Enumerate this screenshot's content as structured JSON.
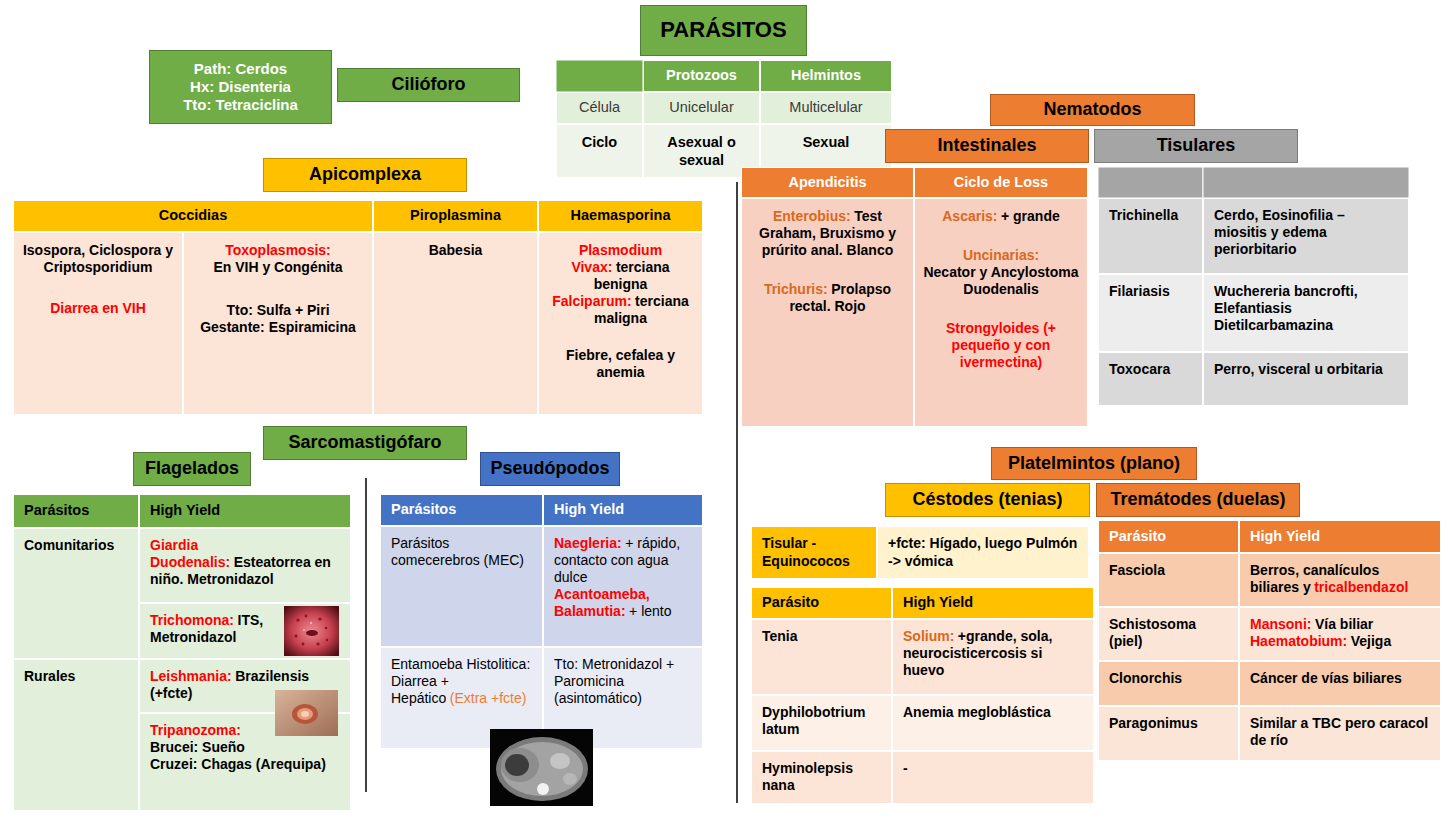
{
  "diagram": {
    "nodes": [
      {
        "text": [
          "PARÁSITOS"
        ]
      },
      {
        "text": [
          "Path: Cerdos",
          "Hx: Disenteria",
          "Tto: Tetraciclina"
        ]
      },
      {
        "text": [
          "Cilióforo"
        ]
      },
      {
        "text": [
          "Protozoos"
        ]
      },
      {
        "text": [
          "Helmintos"
        ]
      },
      {
        "text": [
          "Célula"
        ]
      },
      {
        "text": [
          "Unicelular"
        ]
      },
      {
        "text": [
          "Multicelular"
        ]
      },
      {
        "text": [
          "Ciclo"
        ]
      },
      {
        "text": [
          "Asexual o sexual"
        ]
      },
      {
        "text": [
          "Sexual"
        ]
      },
      {
        "text": [
          "Apicomplexa"
        ]
      },
      {
        "text": [
          "Coccidias"
        ]
      },
      {
        "text": [
          "Piroplasmina"
        ]
      },
      {
        "text": [
          "Haemasporina"
        ]
      },
      {
        "text": [
          "Isospora, Ciclospora y Criptosporidium",
          "Diarrea en VIH"
        ]
      },
      {
        "text": [
          "Toxoplasmosis:",
          "En VIH y Congénita",
          "Tto: Sulfa + Piri",
          "Gestante: Espiramicina"
        ]
      },
      {
        "text": [
          "Babesia"
        ]
      },
      {
        "text": [
          "Plasmodium",
          "Vivax:",
          "terciana benigna",
          "Falciparum:",
          "terciana maligna",
          "Fiebre, cefalea y anemia"
        ]
      },
      {
        "text": [
          "Sarcomastigófaro"
        ]
      },
      {
        "text": [
          "Flagelados"
        ]
      },
      {
        "text": [
          "Pseudópodos"
        ]
      },
      {
        "text": [
          "Parásitos"
        ]
      },
      {
        "text": [
          "High Yield"
        ]
      },
      {
        "text": [
          "Comunitarios"
        ]
      },
      {
        "text": [
          "Giardia Duodenalis:",
          "Esteatorrea en niño. Metronidazol"
        ]
      },
      {
        "text": [
          "Trichomona:",
          "ITS, Metronidazol"
        ]
      },
      {
        "text": [
          "Rurales"
        ]
      },
      {
        "text": [
          "Leishmania:",
          "Brazilensis (+fcte)"
        ]
      },
      {
        "text": [
          "Tripanozoma:",
          "Brucei: Sueño",
          "Cruzei: Chagas (Arequipa)"
        ]
      },
      {
        "text": [
          "Parásitos"
        ]
      },
      {
        "text": [
          "High Yield"
        ]
      },
      {
        "text": [
          "Parásitos comecerebros (MEC)"
        ]
      },
      {
        "text": [
          "Naegleria:",
          "+ rápido, contacto con agua dulce",
          "Acantoameba, Balamutia:",
          "+ lento"
        ]
      },
      {
        "text": [
          "Entamoeba Histolitica: Diarrea + Hepático",
          "(Extra +fcte)"
        ]
      },
      {
        "text": [
          "Tto: Metronidazol + Paromicina (asintomático)"
        ]
      },
      {
        "text": [
          "Nematodos"
        ]
      },
      {
        "text": [
          "Intestinales"
        ]
      },
      {
        "text": [
          "Tisulares"
        ]
      },
      {
        "text": [
          "Apendicitis"
        ]
      },
      {
        "text": [
          "Ciclo de Loss"
        ]
      },
      {
        "text": [
          "Enterobius:",
          "Test Graham, Bruxismo y prúrito anal. Blanco",
          "Trichuris:",
          "Prolapso rectal. Rojo"
        ]
      },
      {
        "text": [
          "Ascaris:",
          "+ grande",
          "Uncinarias:",
          "Necator y Ancylostoma Duodenalis",
          "Strongyloides (+ pequeño y con ivermectina)"
        ]
      },
      {
        "text": [
          "Trichinella"
        ]
      },
      {
        "text": [
          "Cerdo, Eosinofilia – miositis y edema periorbitario"
        ]
      },
      {
        "text": [
          "Filariasis"
        ]
      },
      {
        "text": [
          "Wuchereria bancrofti, Elefantiasis Dietilcarbamazina"
        ]
      },
      {
        "text": [
          "Toxocara"
        ]
      },
      {
        "text": [
          "Perro, visceral u orbitaria"
        ]
      },
      {
        "text": [
          "Platelmintos (plano)"
        ]
      },
      {
        "text": [
          "Céstodes (tenias)"
        ]
      },
      {
        "text": [
          "Tremátodes (duelas)"
        ]
      },
      {
        "text": [
          "Tisular - Equinococos"
        ]
      },
      {
        "text": [
          "+fcte: Hígado, luego Pulmón -> vómica"
        ]
      },
      {
        "text": [
          "Parásito"
        ]
      },
      {
        "text": [
          "High Yield"
        ]
      },
      {
        "text": [
          "Tenia"
        ]
      },
      {
        "text": [
          "Solium:",
          "+grande, sola, neurocisticercosis si huevo"
        ]
      },
      {
        "text": [
          "Dyphilobotrium latum"
        ]
      },
      {
        "text": [
          "Anemia megloblástica"
        ]
      },
      {
        "text": [
          "Hyminolepsis nana"
        ]
      },
      {
        "text": [
          "-"
        ]
      },
      {
        "text": [
          "Parásito"
        ]
      },
      {
        "text": [
          "High Yield"
        ]
      },
      {
        "text": [
          "Fasciola"
        ]
      },
      {
        "text": [
          "Berros, canalículos biliares y",
          "tricalbendazol"
        ]
      },
      {
        "text": [
          "Schistosoma (piel)"
        ]
      },
      {
        "text": [
          "Mansoni:",
          "Vía biliar",
          "Haematobium:",
          "Vejiga"
        ]
      },
      {
        "text": [
          "Clonorchis"
        ]
      },
      {
        "text": [
          "Cáncer de vías biliares"
        ]
      },
      {
        "text": [
          "Paragonimus"
        ]
      },
      {
        "text": [
          "Similar a TBC pero caracol de río"
        ]
      }
    ]
  }
}
